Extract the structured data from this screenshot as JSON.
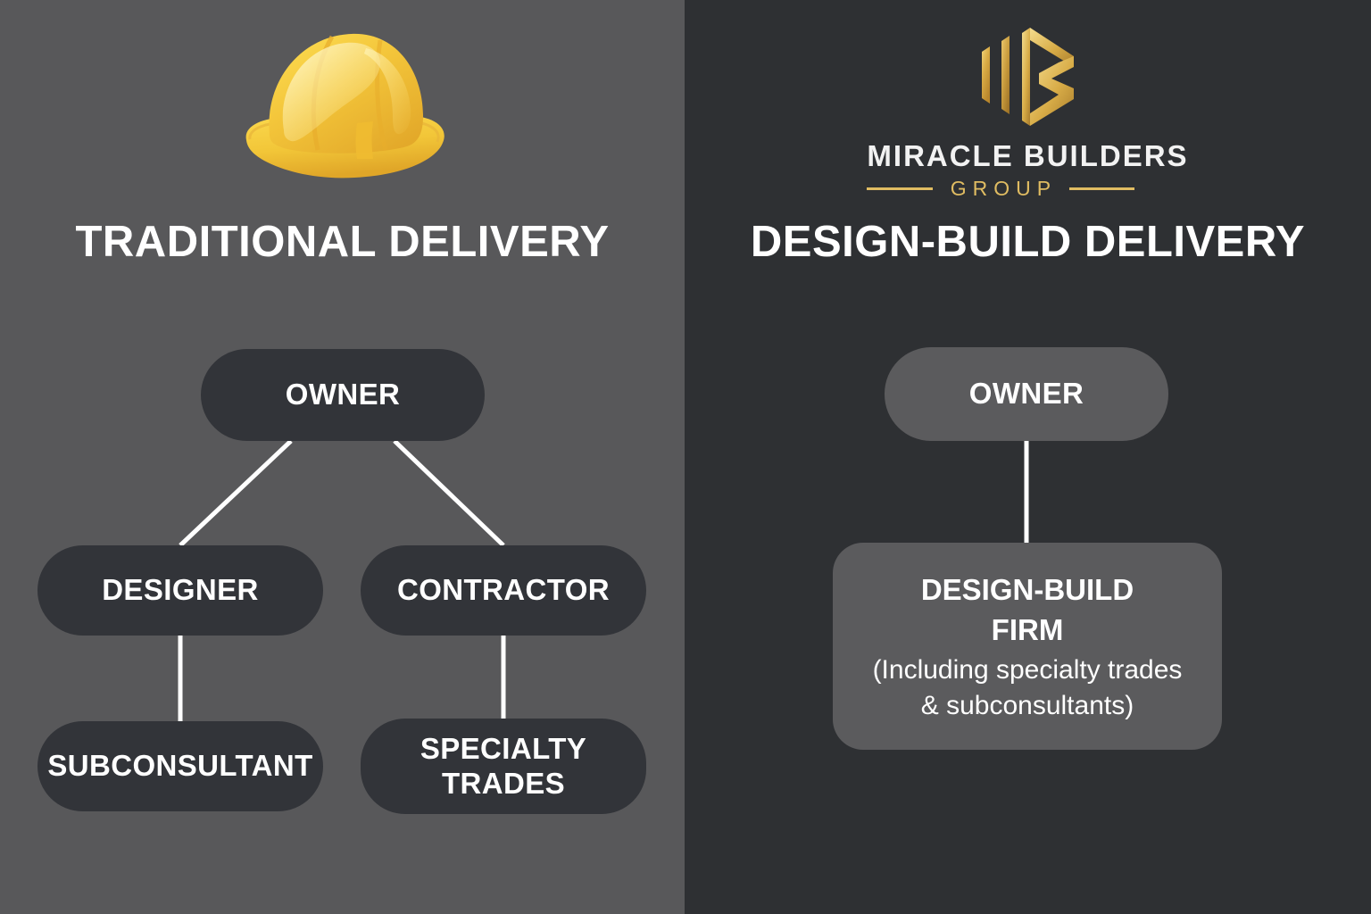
{
  "theme": {
    "left_bg": "#58585a",
    "right_bg": "#2e3033",
    "left_node_bg": "#323439",
    "right_node_bg": "#5b5b5d",
    "text": "#ffffff",
    "gold": "#e0bc62",
    "connector": "#ffffff"
  },
  "left_panel": {
    "icon": "hard-hat-icon",
    "title": "TRADITIONAL DELIVERY",
    "nodes": {
      "owner": "OWNER",
      "designer": "DESIGNER",
      "contractor": "CONTRACTOR",
      "subconsultant": "SUBCONSULTANT",
      "specialty_trades": "SPECIALTY\nTRADES"
    }
  },
  "right_panel": {
    "logo": {
      "mark": "miracle-builders-monogram-icon",
      "name": "MIRACLE BUILDERS",
      "group": "GROUP"
    },
    "title": "DESIGN-BUILD DELIVERY",
    "nodes": {
      "owner": "OWNER",
      "firm_title": "DESIGN-BUILD\nFIRM",
      "firm_subtitle": "(Including specialty trades\n& subconsultants)"
    }
  },
  "chart_data": {
    "type": "diagram",
    "title": "Traditional Delivery vs Design-Build Delivery org charts",
    "panels": [
      {
        "name": "TRADITIONAL DELIVERY",
        "nodes": [
          "OWNER",
          "DESIGNER",
          "CONTRACTOR",
          "SUBCONSULTANT",
          "SPECIALTY TRADES"
        ],
        "edges": [
          [
            "OWNER",
            "DESIGNER"
          ],
          [
            "OWNER",
            "CONTRACTOR"
          ],
          [
            "DESIGNER",
            "SUBCONSULTANT"
          ],
          [
            "CONTRACTOR",
            "SPECIALTY TRADES"
          ]
        ]
      },
      {
        "name": "DESIGN-BUILD DELIVERY",
        "nodes": [
          "OWNER",
          "DESIGN-BUILD FIRM (Including specialty trades & subconsultants)"
        ],
        "edges": [
          [
            "OWNER",
            "DESIGN-BUILD FIRM (Including specialty trades & subconsultants)"
          ]
        ]
      }
    ]
  }
}
